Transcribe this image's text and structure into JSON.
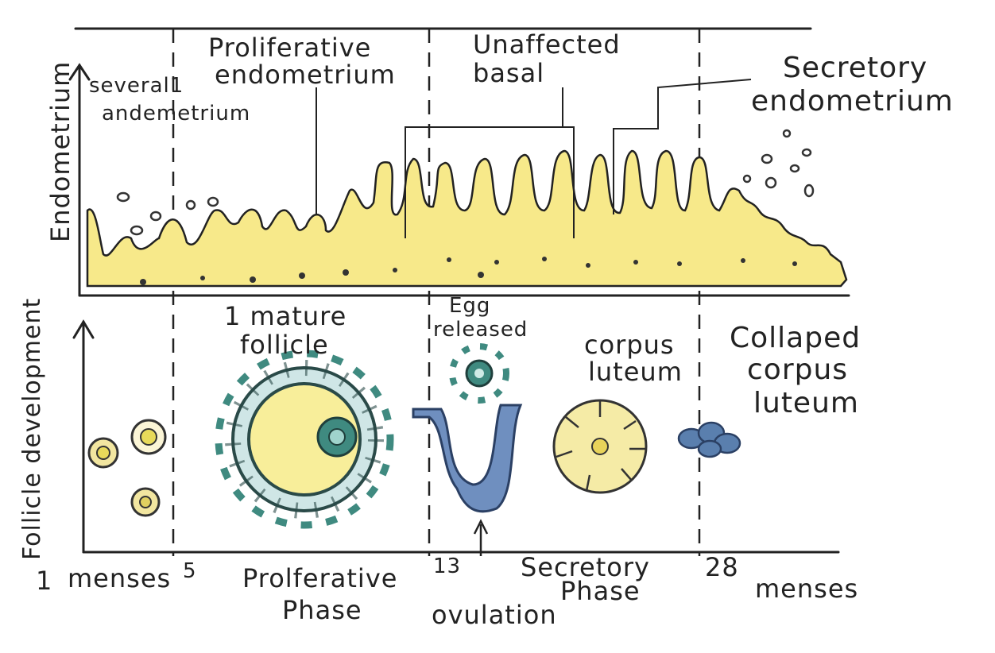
{
  "title_axes": {
    "endometrium_axis": "Endometrium",
    "follicle_axis": "Follicle development"
  },
  "endometrium_labels": {
    "several_line1": "several1",
    "several_line2": "andemetrium",
    "proliferative_line1": "Proliferative",
    "proliferative_line2": "endometrium",
    "unaffected_line1": "Unaffected",
    "unaffected_line2": "basal",
    "secretory_line1": "Secretory",
    "secretory_line2": "endometrium"
  },
  "follicle_labels": {
    "mature_line1": "1 mature",
    "mature_line2": "follicle",
    "egg_line1": "Egg",
    "egg_line2": "released",
    "corpus_line1": "corpus",
    "corpus_line2": "luteum",
    "collapsed_line1": "Collaped",
    "collapsed_line2": "corpus",
    "collapsed_line3": "luteum"
  },
  "timeline": {
    "day1": "1",
    "menses_start": "menses",
    "day5": "5",
    "proliferative_line1": "Prolferative",
    "proliferative_line2": "Phase",
    "day13": "13",
    "ovulation": "ovulation",
    "secretory_line1": "Secretory",
    "secretory_line2": "Phase",
    "day28": "28",
    "menses_end": "menses"
  },
  "colors": {
    "yellow": "#f7e98a",
    "teal": "#3f8a80",
    "blue": "#5a7fae"
  }
}
